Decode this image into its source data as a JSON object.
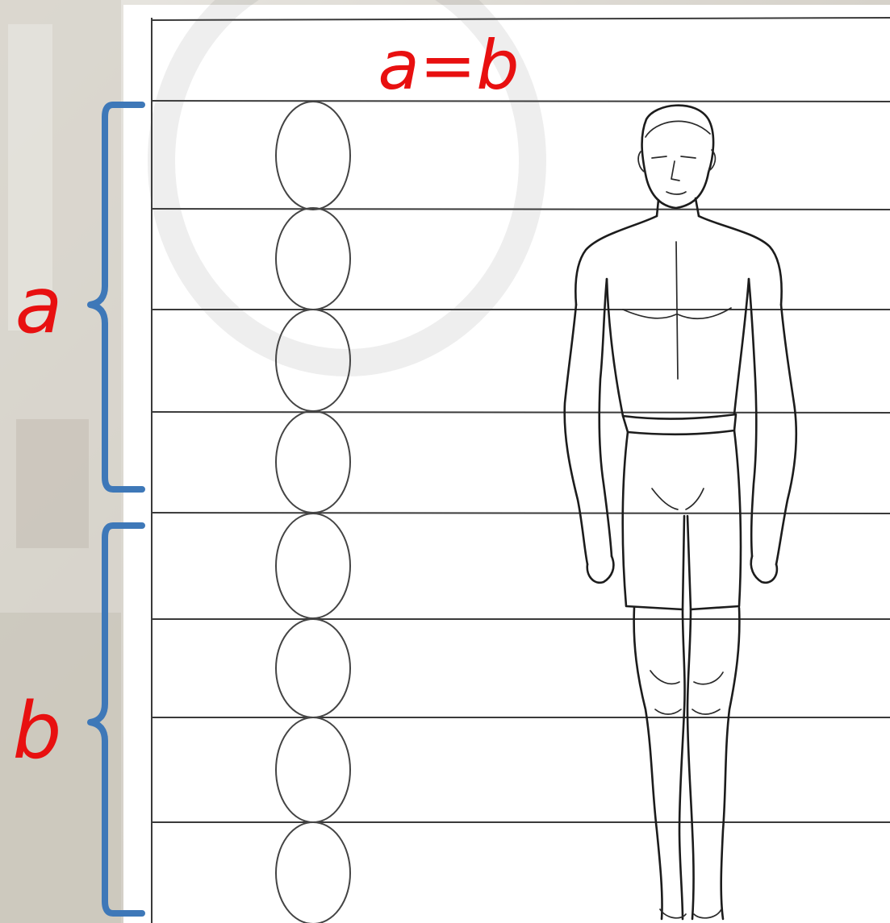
{
  "diagram": {
    "title": "a=b",
    "upper_label": "a",
    "lower_label": "b",
    "head_units": 8,
    "colors": {
      "label": "#e81010",
      "brace": "#3e78b8",
      "paper": "#ffffff",
      "ink": "#1c1c1c",
      "backdrop": "#d9d6cf"
    }
  }
}
